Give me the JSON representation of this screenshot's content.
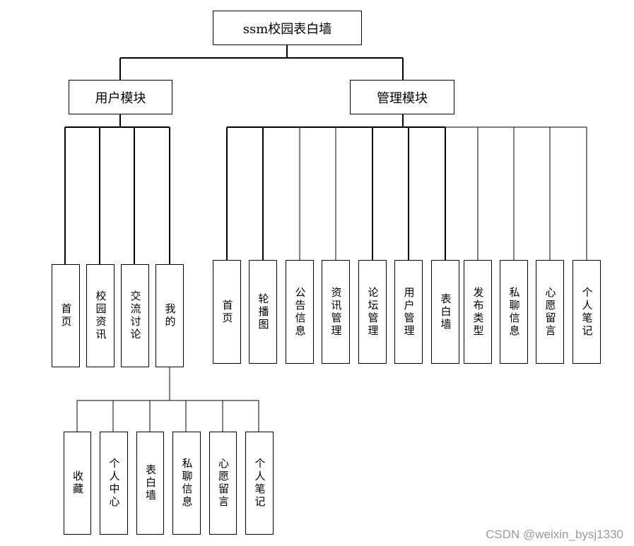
{
  "root": {
    "label": "ssm校园表白墙"
  },
  "user_module": {
    "label": "用户模块",
    "items": [
      {
        "label": "首页"
      },
      {
        "label": "校园资讯"
      },
      {
        "label": "交流讨论"
      },
      {
        "label": "我的"
      }
    ],
    "my_sub_items": [
      {
        "label": "收藏"
      },
      {
        "label": "个人中心"
      },
      {
        "label": "表白墙"
      },
      {
        "label": "私聊信息"
      },
      {
        "label": "心愿留言"
      },
      {
        "label": "个人笔记"
      }
    ]
  },
  "admin_module": {
    "label": "管理模块",
    "items": [
      {
        "label": "首页"
      },
      {
        "label": "轮播图"
      },
      {
        "label": "公告信息"
      },
      {
        "label": "资讯管理"
      },
      {
        "label": "论坛管理"
      },
      {
        "label": "用户管理"
      },
      {
        "label": "表白墙"
      },
      {
        "label": "发布类型"
      },
      {
        "label": "私聊信息"
      },
      {
        "label": "心愿留言"
      },
      {
        "label": "个人笔记"
      }
    ]
  },
  "watermark": "CSDN @weixin_bysj1330"
}
